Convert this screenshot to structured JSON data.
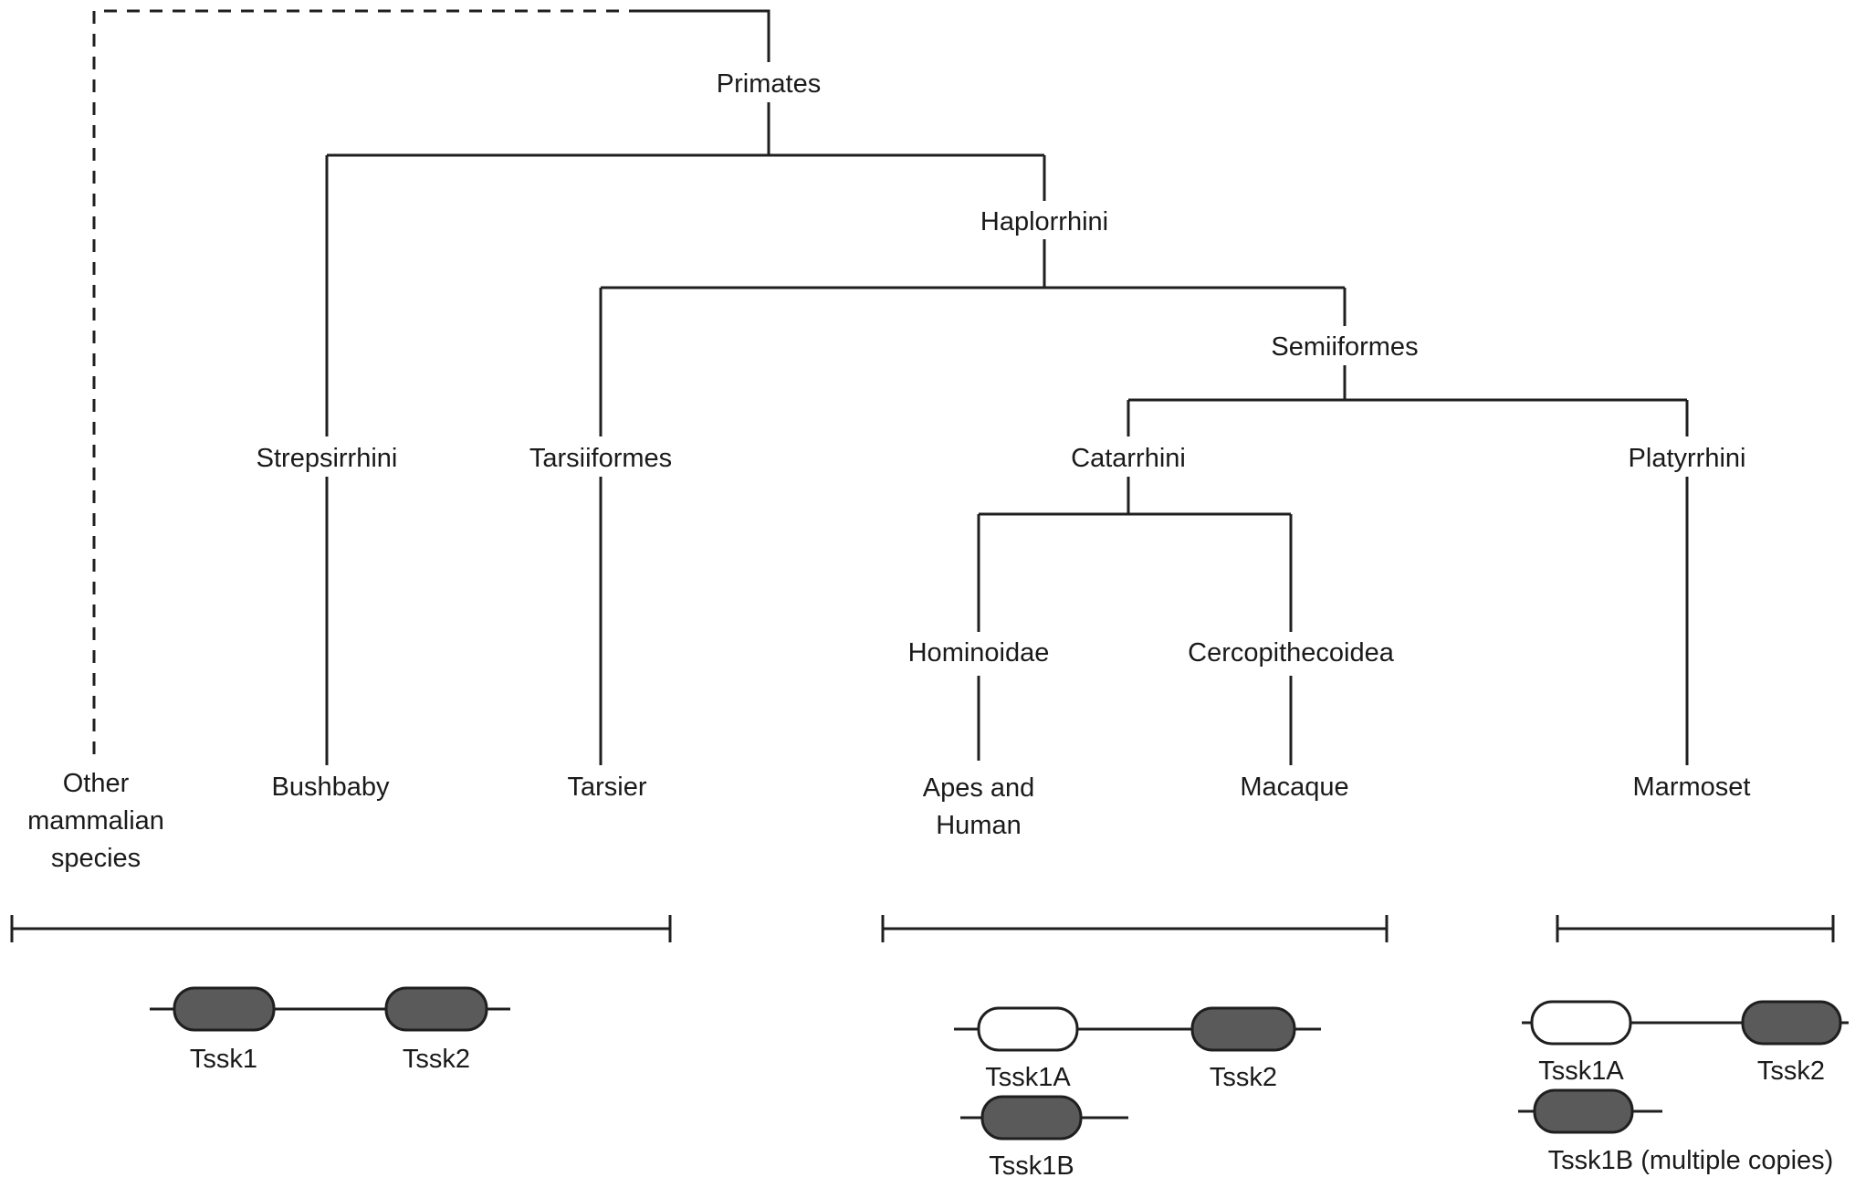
{
  "meta": {
    "background_color": "#ffffff",
    "line_color": "#1f1f1f",
    "gene_dark_fill": "#5a5a5a",
    "gene_light_fill": "#ffffff"
  },
  "tree": {
    "root": "Primates",
    "haplorrhini": "Haplorrhini",
    "semiiformes": "Semiiformes",
    "strepsirrhini": "Strepsirrhini",
    "tarsiiformes": "Tarsiiformes",
    "catarrhini": "Catarrhini",
    "platyrrhini": "Platyrrhini",
    "hominoidae": "Hominoidae",
    "cercopithecoidea": "Cercopithecoidea",
    "outgroup": {
      "line1": "Other",
      "line2": "mammalian",
      "line3": "species"
    },
    "leaves": {
      "bushbaby": "Bushbaby",
      "tarsier": "Tarsier",
      "apes_human": {
        "line1": "Apes and",
        "line2": "Human"
      },
      "macaque": "Macaque",
      "marmoset": "Marmoset"
    }
  },
  "gene_clusters": {
    "left": {
      "gene1": "Tssk1",
      "gene2": "Tssk2"
    },
    "middle": {
      "gene1": "Tssk1A",
      "gene2": "Tssk2",
      "gene3": "Tssk1B"
    },
    "right": {
      "gene1": "Tssk1A",
      "gene2": "Tssk2",
      "gene3": "Tssk1B (multiple copies)"
    }
  }
}
